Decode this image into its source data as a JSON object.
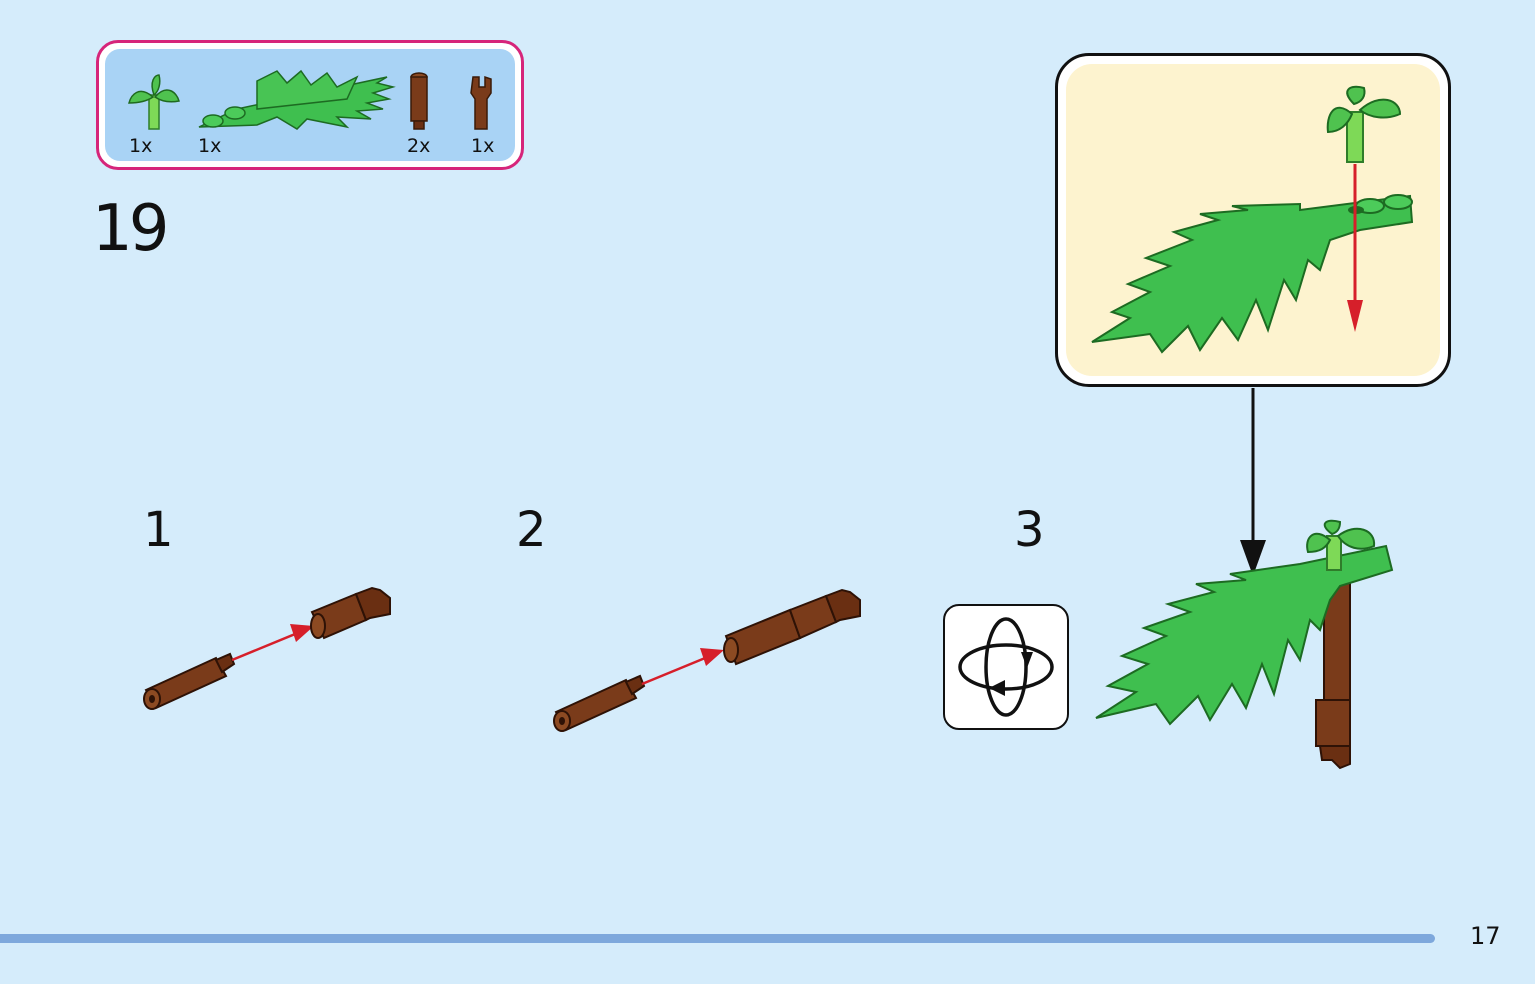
{
  "parts_list": {
    "items": [
      {
        "name": "green-sprout-piece",
        "qty": "1x"
      },
      {
        "name": "palm-leaf-piece",
        "qty": "1x"
      },
      {
        "name": "brown-round-brick",
        "qty": "2x"
      },
      {
        "name": "brown-clip-piece",
        "qty": "1x"
      }
    ]
  },
  "step": {
    "number": "19"
  },
  "substeps": [
    {
      "number": "1"
    },
    {
      "number": "2"
    },
    {
      "number": "3"
    }
  ],
  "icons": {
    "rotate": "rotate-model-icon",
    "assembly_arrow_color": "#d61f2a"
  },
  "colors": {
    "background": "#d5ecfb",
    "parts_border": "#d6257a",
    "callout_fill": "#fdf3cf",
    "leaf_green": "#3fbf4f",
    "sprout_green": "#7ed957",
    "brown": "#7a3b1a"
  },
  "page": {
    "number": "17"
  }
}
